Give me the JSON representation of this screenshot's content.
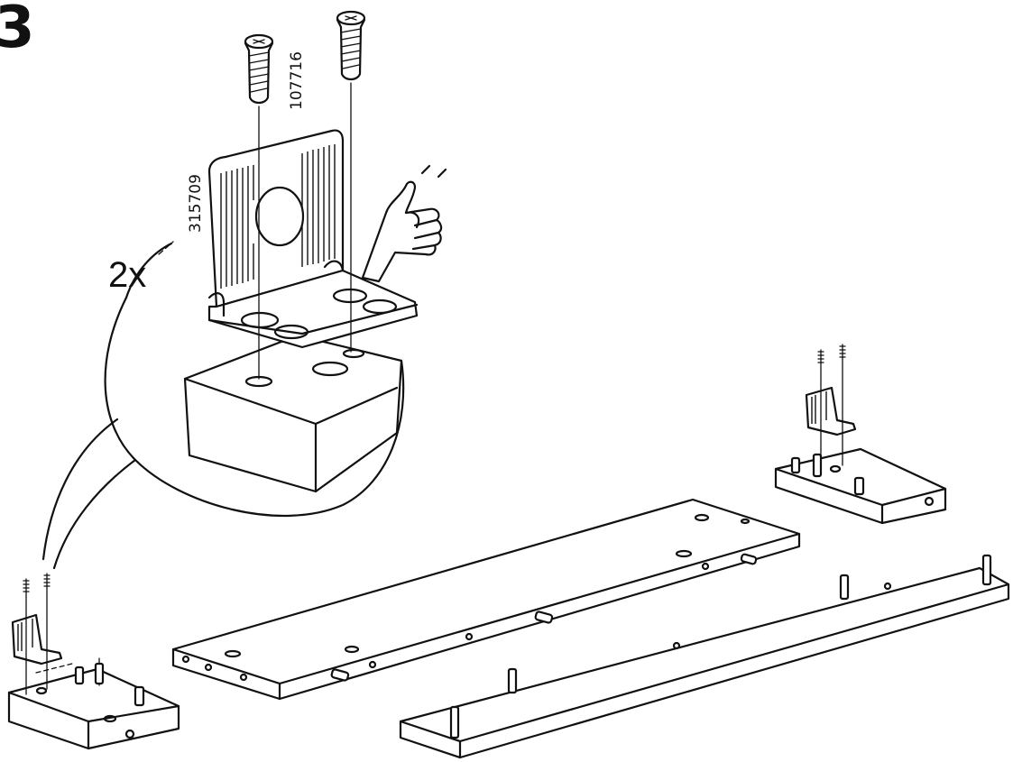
{
  "step": {
    "number": "3"
  },
  "callout": {
    "quantity": "2x"
  },
  "parts": {
    "bracket_part_number": "315709",
    "screw_part_number": "107716"
  },
  "icons": {
    "pointing_hand": "pointing-hand-icon"
  },
  "colors": {
    "ink": "#111111",
    "paper": "#ffffff"
  }
}
